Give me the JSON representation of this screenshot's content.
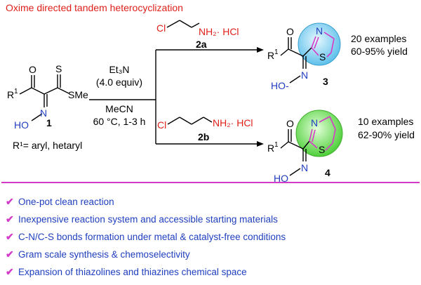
{
  "header": {
    "title": "Oxime directed tandem heterocyclization"
  },
  "reactant_1": {
    "number": "1",
    "substituent": "R¹= aryl, hetaryl",
    "labels": {
      "O": "O",
      "S": "S",
      "SMe": "SMe",
      "R1": "R",
      "R1_sup": "1",
      "HO": "HO",
      "N": "N"
    }
  },
  "conditions": {
    "base": "Et₃N",
    "equiv": "(4.0 equiv)",
    "solvent": "MeCN",
    "temp_time": "60 °C, 1-3 h"
  },
  "reagent_2a": {
    "number": "2a",
    "cl": "Cl",
    "amine": "NH₂· HCl"
  },
  "reagent_2b": {
    "number": "2b",
    "cl": "Cl",
    "amine": "NH₂· HCl"
  },
  "product_3": {
    "number": "3",
    "examples": "20 examples",
    "yield": "60-95% yield",
    "labels": {
      "O": "O",
      "R1": "R",
      "R1_sup": "1",
      "N_oxime": "N",
      "HO": "HO-",
      "N_ring": "N",
      "S_ring": "S"
    }
  },
  "product_4": {
    "number": "4",
    "examples": "10 examples",
    "yield": "62-90% yield",
    "labels": {
      "O": "O",
      "R1": "R",
      "R1_sup": "1",
      "N_oxime": "N",
      "HO": "HO",
      "N_ring": "N",
      "S_ring": "S"
    }
  },
  "highlights": [
    "One-pot clean reaction",
    "Inexpensive reaction system and accessible starting materials",
    "C-N/C-S bonds formation under metal & catalyst-free conditions",
    "Gram scale synthesis & chemoselectivity",
    "Expansion of thiazolines and thiazines chemical space"
  ],
  "check_glyph": "✔",
  "colors": {
    "title": "#e0201b",
    "blue": "#1f3fbf",
    "magenta": "#d43ac8",
    "ring3_fill": "#a8ddf3",
    "ring4_fill": "#9be27a",
    "divider": "#d43ac8"
  }
}
